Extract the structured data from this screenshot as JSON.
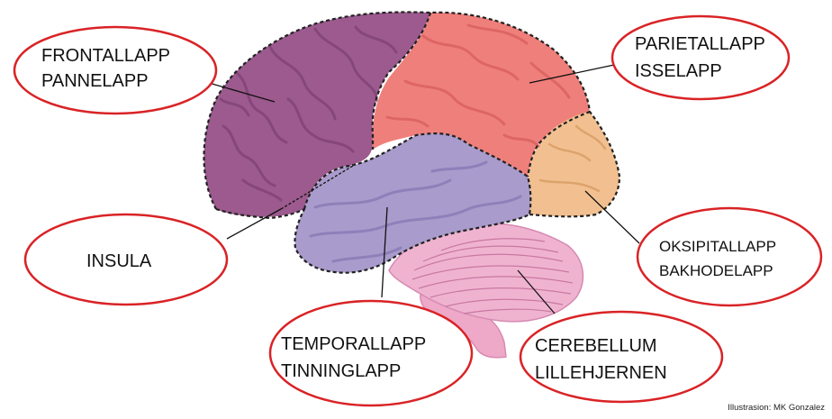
{
  "labels": {
    "frontal": {
      "line1": "FRONTALLAPP",
      "line2": "PANNELAPP"
    },
    "parietal": {
      "line1": "PARIETALLAPP",
      "line2": "ISSELAPP"
    },
    "insula": {
      "line1": "INSULA"
    },
    "occipital": {
      "line1": "OKSIPITALLAPP",
      "line2": "BAKHODELAPP"
    },
    "temporal": {
      "line1": "TEMPORALLAPP",
      "line2": "TINNINGLAPP"
    },
    "cerebellum": {
      "line1": "CEREBELLUM",
      "line2": "LILLEHJERNEN"
    }
  },
  "credit": "Illustrasion: MK Gonzalez",
  "colors": {
    "frontal": "#9c5a8e",
    "parietal": "#ef7f7b",
    "temporal": "#a99bcb",
    "occipital": "#f2c090",
    "cerebellum": "#efb3d0",
    "brainstem": "#eea8c8",
    "ellipse_stroke": "#d92326",
    "dotted_outline": "#222222",
    "sulci_dark": "#7c3f71"
  }
}
